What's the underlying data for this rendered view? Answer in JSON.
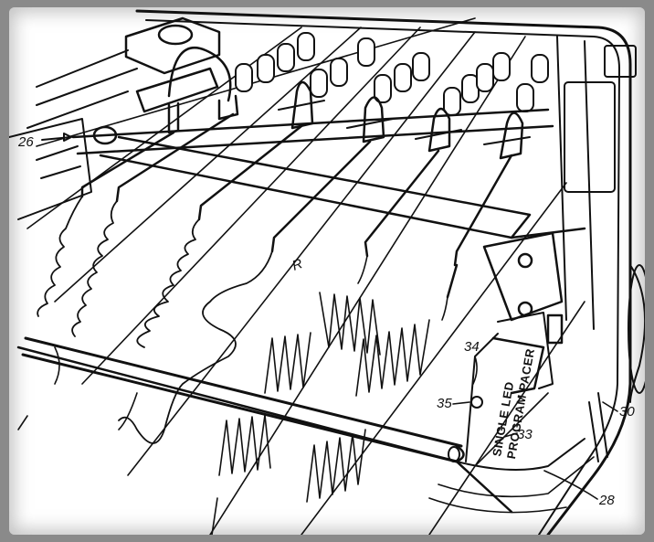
{
  "reference_numerals": {
    "r26": "26",
    "r34": "34",
    "r35": "35",
    "r33": "33",
    "r30": "30",
    "r28": "28"
  },
  "panel_label": {
    "line1": "SINGLE  LED",
    "line2": "PROGRAM PACER"
  },
  "trace_mark": "R"
}
